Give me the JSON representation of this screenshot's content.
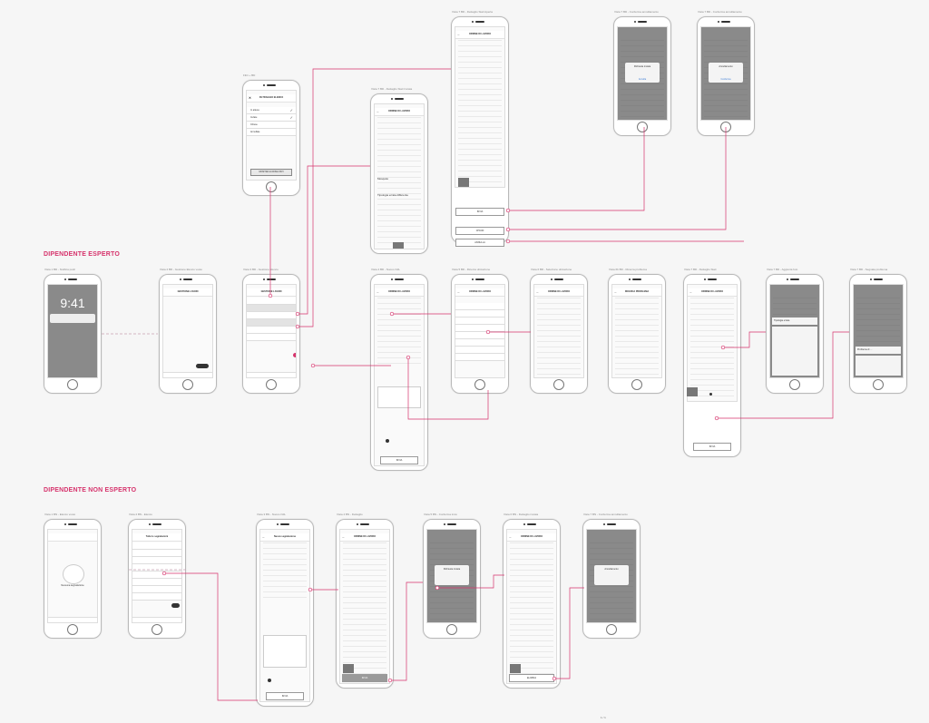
{
  "sections": {
    "expert": "DIPENDENTE ESPERTO",
    "non_expert": "DIPENDENTE NON ESPERTO"
  },
  "colors": {
    "accent": "#d6336c",
    "flow_line": "#d6336c"
  },
  "top": {
    "filter_phone": {
      "label": "Filtri + BD",
      "title": "FILTRAGGIO ELENCO",
      "button": "MOSTRA 24 RISULTATI",
      "options": [
        "In attesa",
        "Inviate",
        "Chiuse",
        "Annullate"
      ]
    },
    "detail_phone": {
      "label": "Vista 7 BD - Dettaglio Stati Inviata",
      "title": "ORDINE DI LAVORO",
      "field_one": "Mosquito",
      "field_two": "Tipologia errata differente"
    },
    "long_detail": {
      "label": "Vista 7 BD - Dettaglio Stati Aperta",
      "title": "ORDINE DI LAVORO",
      "buttons": [
        "INVIA",
        "CHIUDI",
        "ANNULLA"
      ]
    },
    "modal_one": {
      "label": "Vista 7 BD - Conferma annullamento",
      "modal_title": "Richiesta inviata",
      "actions": "Annulla"
    },
    "modal_two": {
      "label": "Vista 7 BD - Conferma annullamento",
      "modal_title": "Annullamento",
      "actions": "Conferma"
    }
  },
  "expert_row": {
    "phones": [
      {
        "label": "Vista 1 BD - Notifica push",
        "title": "",
        "time": "9:41",
        "kind": "lock"
      },
      {
        "label": "Vista 2 BD - Gestione Elenco vuoto",
        "title": "GESTIONE LAVORI",
        "kind": "empty"
      },
      {
        "label": "Vista 3 BD - Gestione Elenco",
        "title": "GESTIONE LAVORI",
        "kind": "list"
      },
      {
        "label": "Vista 4 BD - Nuovo OdL",
        "title": "ORDINE DI LAVORO",
        "kind": "form"
      },
      {
        "label": "Vista 5 BD - Ricerca ubicazione",
        "title": "ORDINE DI LAVORO",
        "kind": "list"
      },
      {
        "label": "Vista 6 BD - Selezione ubicazione",
        "title": "ORDINE DI LAVORO",
        "kind": "detail"
      },
      {
        "label": "Vista 6b BD - Ricerca problema",
        "title": "RICERCA PROBLEMA",
        "kind": "list"
      },
      {
        "label": "Vista 7 BD - Dettaglio Stati",
        "title": "ORDINE DI LAVORO",
        "kind": "detail"
      },
      {
        "label": "Vista 7 BD - Aggiunta foto",
        "title": "Tipologia errata",
        "kind": "sheet"
      },
      {
        "label": "Vista 7 BD - Segnala problema",
        "title": "Problema di …",
        "kind": "sheet"
      }
    ],
    "long_button": "INVIA"
  },
  "non_expert_row": {
    "phones": [
      {
        "label": "Vista 1 BN - Elenco vuoto",
        "title": "Nessuna segnalazione",
        "kind": "empty"
      },
      {
        "label": "Vista 2 BN - Elenco",
        "title": "Tutte le segnalazioni",
        "kind": "list"
      },
      {
        "label": "Vista 3 BN - Nuovo OdL",
        "title": "Nuova segnalazione",
        "kind": "form"
      },
      {
        "label": "Vista 4 BN - Dettaglio",
        "title": "ORDINE DI LAVORO",
        "kind": "detail"
      },
      {
        "label": "Vista 5 BN - Conferma invio",
        "title": "Richiesta inviata",
        "kind": "modal"
      },
      {
        "label": "Vista 6 BN - Dettaglio inviata",
        "title": "ORDINE DI LAVORO",
        "kind": "detail"
      },
      {
        "label": "Vista 7 BN - Conferma annullamento",
        "title": "Annullamento",
        "kind": "modal"
      }
    ],
    "buttons": [
      "INVIA",
      "ELIMINA"
    ]
  },
  "page_number": "1 / 1"
}
